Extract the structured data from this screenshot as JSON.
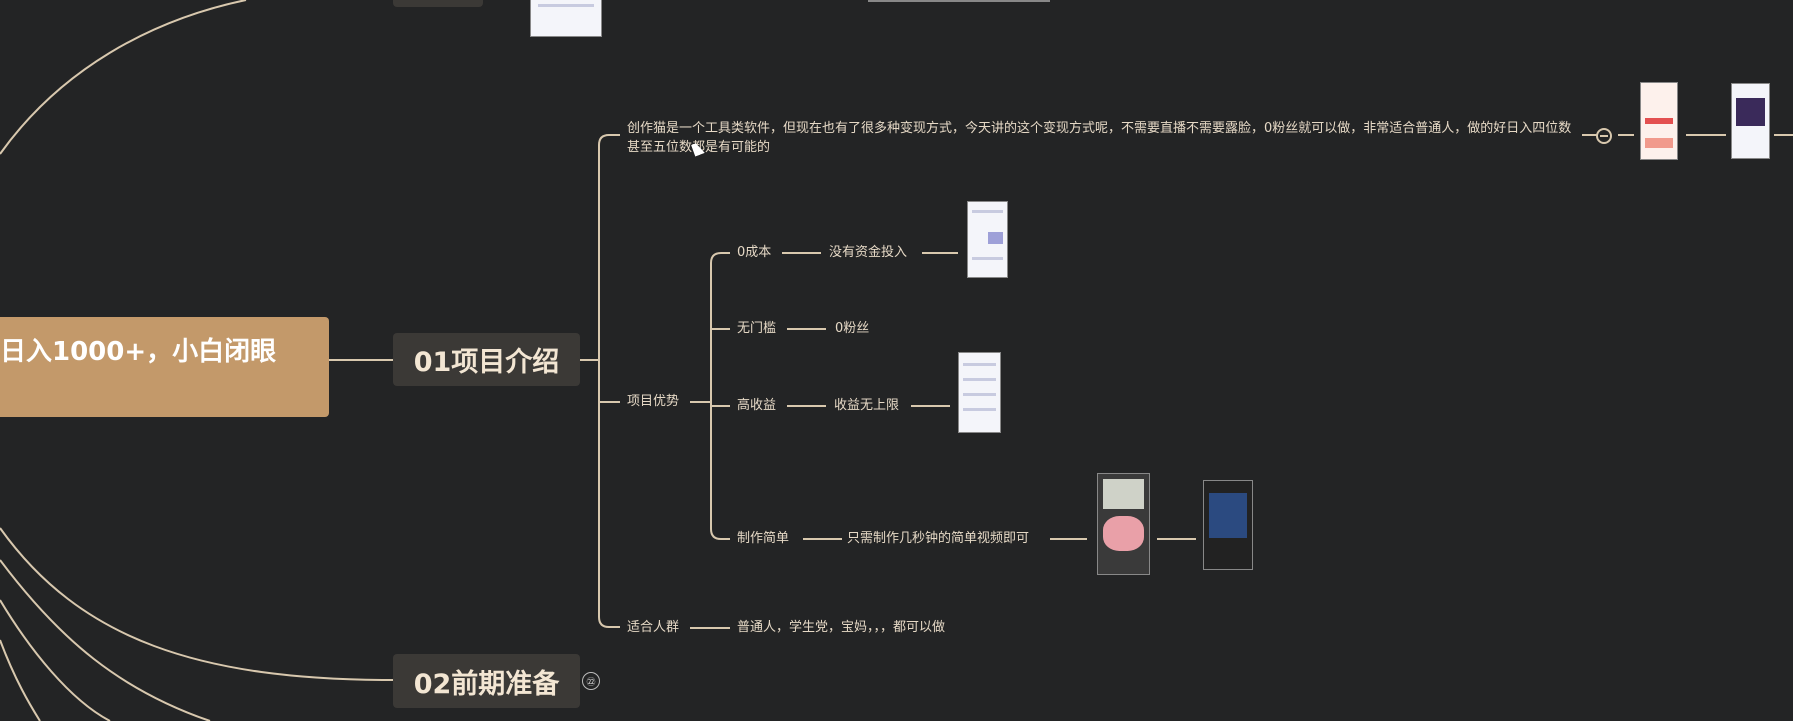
{
  "root": {
    "title": "日入1000+，小白闭眼"
  },
  "topics": [
    {
      "label": "01项目介绍"
    },
    {
      "label": "02前期准备",
      "badge": "㉒"
    }
  ],
  "intro": {
    "description": "创作猫是一个工具类软件，但现在也有了很多种变现方式，今天讲的这个变现方式呢，不需要直播不需要露脸，0粉丝就可以做，非常适合普通人，做的好日入四位数甚至五位数都是有可能的",
    "advantages_label": "项目优势",
    "advantages": [
      {
        "label": "0成本",
        "detail": "没有资金投入"
      },
      {
        "label": "无门槛",
        "detail": "0粉丝"
      },
      {
        "label": "高收益",
        "detail": "收益无上限"
      },
      {
        "label": "制作简单",
        "detail": "只需制作几秒钟的简单视频即可"
      }
    ],
    "audience_label": "适合人群",
    "audience": "普通人，学生党，宝妈，，，都可以做"
  },
  "colors": {
    "background": "#232425",
    "root": "#c3996a",
    "topic": "#3b3936",
    "line": "#d8c8ae",
    "text": "#e6d9c6"
  }
}
